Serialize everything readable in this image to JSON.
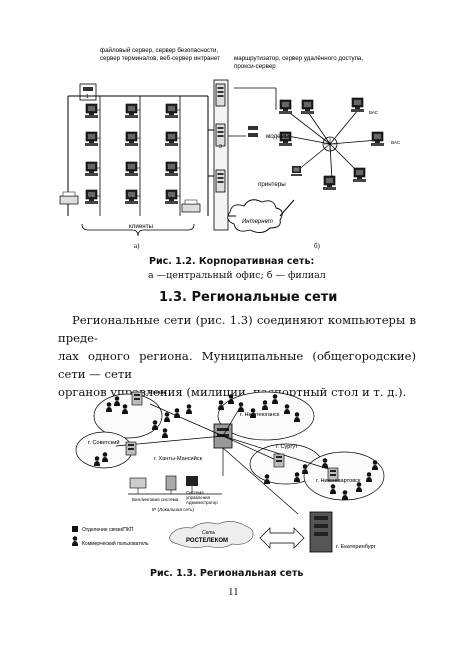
{
  "figure1": {
    "labels": {
      "servers_line1": "файловый сервер, сервер безопасности,",
      "servers_line2": "сервер терминалов, веб-сервер интранет",
      "router_line1": "маршрутизатор, сервер удалённого доступа,",
      "router_line2": "прокси-сервер",
      "modems": "модемы",
      "printers": "принтеры",
      "internet": "Интернет",
      "clients": "клиенты",
      "part_a": "а)",
      "part_b": "б)"
    },
    "caption_title": "Рис. 1.2. Корпоративная сеть:",
    "caption_sub": "а —центральный офис; б — филиал"
  },
  "section": {
    "title": "1.3. Региональные сети",
    "paragraph_lines": [
      "Региональные сети (рис. 1.3) соединяют компьютеры в преде-",
      "лах одного региона. Муниципальные (общегородские) сети — сети",
      "органов управления (милиции, паспортный стол и т. д.)."
    ]
  },
  "figure2": {
    "cities": {
      "nyagan": "г. Нягань",
      "nefteyugansk": "г. Нефтеюганск",
      "sovetsky": "г. Советский",
      "khanty": "г. Ханты-Мансийск",
      "surgut": "г. Сургут",
      "nizhnevartovsk": "г. Нижневартовск",
      "ekaterinburg": "г. Екатеринбург"
    },
    "system_labels": {
      "billing": "Биллинговая система",
      "mgmt_line1": "Система",
      "mgmt_line2": "управления",
      "mgmt_line3": "Администратор",
      "ip_network": "IP (Локальная сеть)",
      "rostelecom_line1": "Сеть",
      "rostelecom_line2": "РОСТЕЛЕКОМ"
    },
    "legend": {
      "post_office": "Отделение связи/ПКП",
      "commercial_user": "Коммерческий пользователь"
    },
    "caption": "Рис. 1.3. Региональная сеть"
  },
  "page_number": "11"
}
